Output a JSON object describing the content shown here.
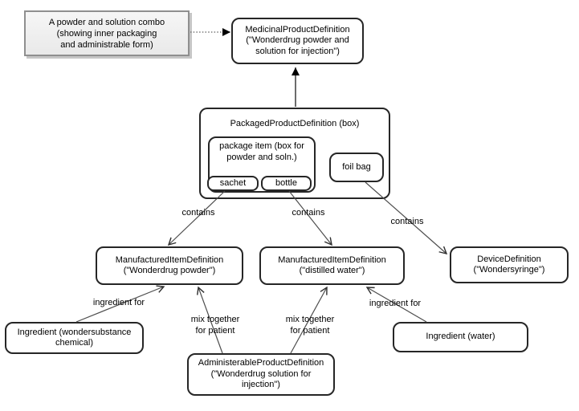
{
  "diagram": {
    "note": {
      "label": "A powder and solution combo\n(showing inner packaging\nand administrable form)"
    },
    "nodes": {
      "medicinal": {
        "label": "MedicinalProductDefinition\n(\"Wonderdrug powder and\nsolution for injection\")"
      },
      "packaged": {
        "label": "PackagedProductDefinition (box)"
      },
      "package_item": {
        "label": "package item (box for\npowder and soln.)"
      },
      "sachet": {
        "label": "sachet"
      },
      "bottle": {
        "label": "bottle"
      },
      "foil_bag": {
        "label": "foil bag"
      },
      "mi_powder": {
        "label": "ManufacturedItemDefinition\n(\"Wonderdrug powder\")"
      },
      "mi_water": {
        "label": "ManufacturedItemDefinition\n(\"distilled water\")"
      },
      "device": {
        "label": "DeviceDefinition\n(\"Wondersyringe\")"
      },
      "ingredient_chemical": {
        "label": "Ingredient (wondersubstance\nchemical)"
      },
      "ingredient_water": {
        "label": "Ingredient (water)"
      },
      "admin": {
        "label": "AdministerableProductDefinition\n(\"Wonderdrug solution for\ninjection\")"
      }
    },
    "edge_labels": {
      "contains_1": "contains",
      "contains_2": "contains",
      "contains_3": "contains",
      "ingredient_for_left": "ingredient for",
      "ingredient_for_right": "ingredient for",
      "mix_left": "mix together\nfor patient",
      "mix_right": "mix together\nfor patient"
    },
    "relations": [
      {
        "from": "note",
        "to": "medicinal",
        "label": "",
        "style": "dotted-arrow"
      },
      {
        "from": "packaged",
        "to": "medicinal",
        "label": "",
        "style": "solid-arrow"
      },
      {
        "from": "sachet",
        "to": "mi_powder",
        "label": "contains",
        "style": "open-arrow"
      },
      {
        "from": "bottle",
        "to": "mi_water",
        "label": "contains",
        "style": "open-arrow"
      },
      {
        "from": "foil_bag",
        "to": "device",
        "label": "contains",
        "style": "open-arrow"
      },
      {
        "from": "ingredient_chemical",
        "to": "mi_powder",
        "label": "ingredient for",
        "style": "open-arrow"
      },
      {
        "from": "admin",
        "to": "mi_powder",
        "label": "mix together for patient",
        "style": "open-arrow"
      },
      {
        "from": "admin",
        "to": "mi_water",
        "label": "mix together for patient",
        "style": "open-arrow"
      },
      {
        "from": "ingredient_water",
        "to": "mi_water",
        "label": "ingredient for",
        "style": "open-arrow"
      }
    ],
    "colors": {
      "node_border": "#262626",
      "node_fill": "#ffffff",
      "note_fill": "#efefef",
      "note_border": "#8f8f8f",
      "line": "#4d4d4d",
      "arrowhead": "#000000",
      "text": "#000000",
      "background": "#ffffff"
    }
  }
}
